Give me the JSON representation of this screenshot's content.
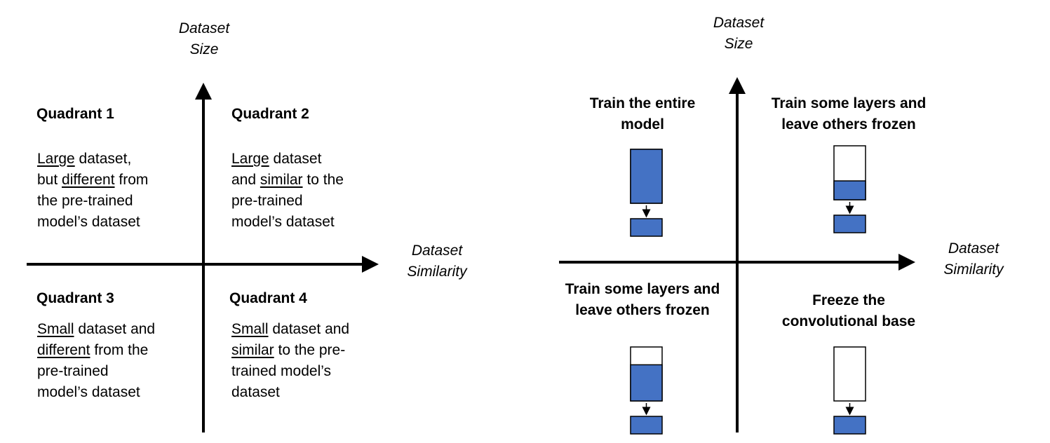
{
  "left_diagram": {
    "y_axis_label": [
      "Dataset",
      "Size"
    ],
    "x_axis_label": [
      "Dataset",
      "Similarity"
    ],
    "quadrants": [
      {
        "title": "Quadrant 1",
        "lines": [
          [
            {
              "text": "Large",
              "u": true
            },
            {
              "text": " dataset,",
              "u": false
            }
          ],
          [
            {
              "text": "but ",
              "u": false
            },
            {
              "text": "different",
              "u": true
            },
            {
              "text": " from",
              "u": false
            }
          ],
          [
            {
              "text": "the pre-trained",
              "u": false
            }
          ],
          [
            {
              "text": "model’s dataset",
              "u": false
            }
          ]
        ]
      },
      {
        "title": "Quadrant 2",
        "lines": [
          [
            {
              "text": "Large",
              "u": true
            },
            {
              "text": " dataset",
              "u": false
            }
          ],
          [
            {
              "text": "and ",
              "u": false
            },
            {
              "text": "similar",
              "u": true
            },
            {
              "text": " to the",
              "u": false
            }
          ],
          [
            {
              "text": "pre-trained",
              "u": false
            }
          ],
          [
            {
              "text": "model’s dataset",
              "u": false
            }
          ]
        ]
      },
      {
        "title": "Quadrant 3",
        "lines": [
          [
            {
              "text": "Small",
              "u": true
            },
            {
              "text": " dataset and",
              "u": false
            }
          ],
          [
            {
              "text": "different",
              "u": true
            },
            {
              "text": " from the",
              "u": false
            }
          ],
          [
            {
              "text": "pre-trained",
              "u": false
            }
          ],
          [
            {
              "text": "model’s dataset",
              "u": false
            }
          ]
        ]
      },
      {
        "title": "Quadrant 4",
        "lines": [
          [
            {
              "text": "Small",
              "u": true
            },
            {
              "text": " dataset and",
              "u": false
            }
          ],
          [
            {
              "text": "similar",
              "u": true
            },
            {
              "text": " to the pre-",
              "u": false
            }
          ],
          [
            {
              "text": "trained model’s",
              "u": false
            }
          ],
          [
            {
              "text": "dataset",
              "u": false
            }
          ]
        ]
      }
    ]
  },
  "right_diagram": {
    "y_axis_label": [
      "Dataset",
      "Size"
    ],
    "x_axis_label": [
      "Dataset",
      "Similarity"
    ],
    "strategies": [
      {
        "label": [
          "Train the entire",
          "model"
        ],
        "trainable_fraction": 1.0
      },
      {
        "label": [
          "Train some layers and",
          "leave others frozen"
        ],
        "trainable_fraction": 0.35
      },
      {
        "label": [
          "Train some layers and",
          "leave others frozen"
        ],
        "trainable_fraction": 0.67
      },
      {
        "label": [
          "Freeze the",
          "convolutional base"
        ],
        "trainable_fraction": 0.0
      }
    ]
  },
  "colors": {
    "trainable_block": "#4472c4",
    "frozen_block": "#ffffff",
    "outline": "#000000"
  }
}
